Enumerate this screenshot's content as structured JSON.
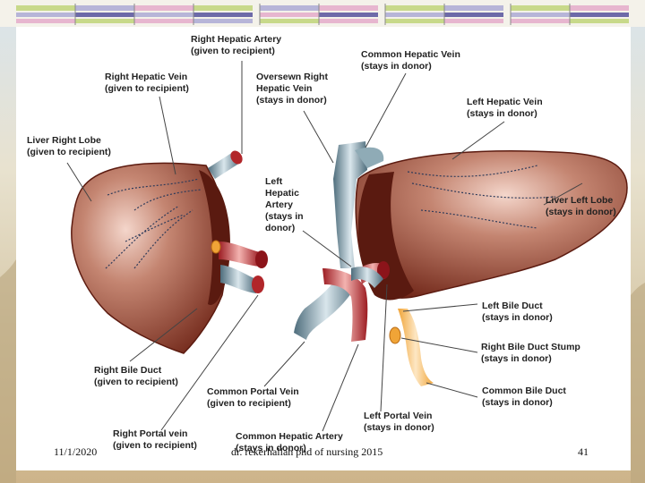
{
  "slide": {
    "date": "11/1/2020",
    "author": "dr. rekerhallah phd  of nursing 2015",
    "page_number": "41"
  },
  "labels": [
    {
      "id": "right-hepatic-artery",
      "line1": "Right Hepatic Artery",
      "line2": "(given to recipient)"
    },
    {
      "id": "common-hepatic-vein",
      "line1": "Common Hepatic Vein",
      "line2": "(stays in donor)"
    },
    {
      "id": "right-hepatic-vein",
      "line1": "Right Hepatic Vein",
      "line2": "(given to recipient)"
    },
    {
      "id": "oversewn-right-hepatic-vein",
      "line1": "Oversewn Right",
      "line2": "Hepatic Vein",
      "line3": "(stays in donor)"
    },
    {
      "id": "left-hepatic-vein",
      "line1": "Left Hepatic Vein",
      "line2": "(stays in donor)"
    },
    {
      "id": "liver-right-lobe",
      "line1": "Liver Right Lobe",
      "line2": "(given to recipient)"
    },
    {
      "id": "left-hepatic-artery",
      "line1": "Left",
      "line2": "Hepatic",
      "line3": "Artery",
      "line4": "(stays in",
      "line5": "donor)"
    },
    {
      "id": "liver-left-lobe",
      "line1": "Liver Left Lobe",
      "line2": "(stays in donor)"
    },
    {
      "id": "left-bile-duct",
      "line1": "Left Bile Duct",
      "line2": "(stays in donor)"
    },
    {
      "id": "right-bile-duct-stump",
      "line1": "Right Bile Duct Stump",
      "line2": "(stays in donor)"
    },
    {
      "id": "right-bile-duct",
      "line1": "Right Bile Duct",
      "line2": "(given to recipient)"
    },
    {
      "id": "common-portal-vein",
      "line1": "Common Portal Vein",
      "line2": "(given to recipient)"
    },
    {
      "id": "common-bile-duct",
      "line1": "Common Bile Duct",
      "line2": "(stays in donor)"
    },
    {
      "id": "left-portal-vein",
      "line1": "Left Portal Vein",
      "line2": "(stays in donor)"
    },
    {
      "id": "right-portal-vein",
      "line1": "Right Portal vein",
      "line2": "(given to recipient)"
    },
    {
      "id": "common-hepatic-artery",
      "line1": "Common Hepatic Artery",
      "line2": "(stays in donor)"
    }
  ],
  "colors": {
    "liver": "#7b2b1c",
    "liver_highlight": "#c9826f",
    "vein": "#7d9aa6",
    "artery": "#c8262c",
    "bile_duct": "#f3b34a"
  }
}
